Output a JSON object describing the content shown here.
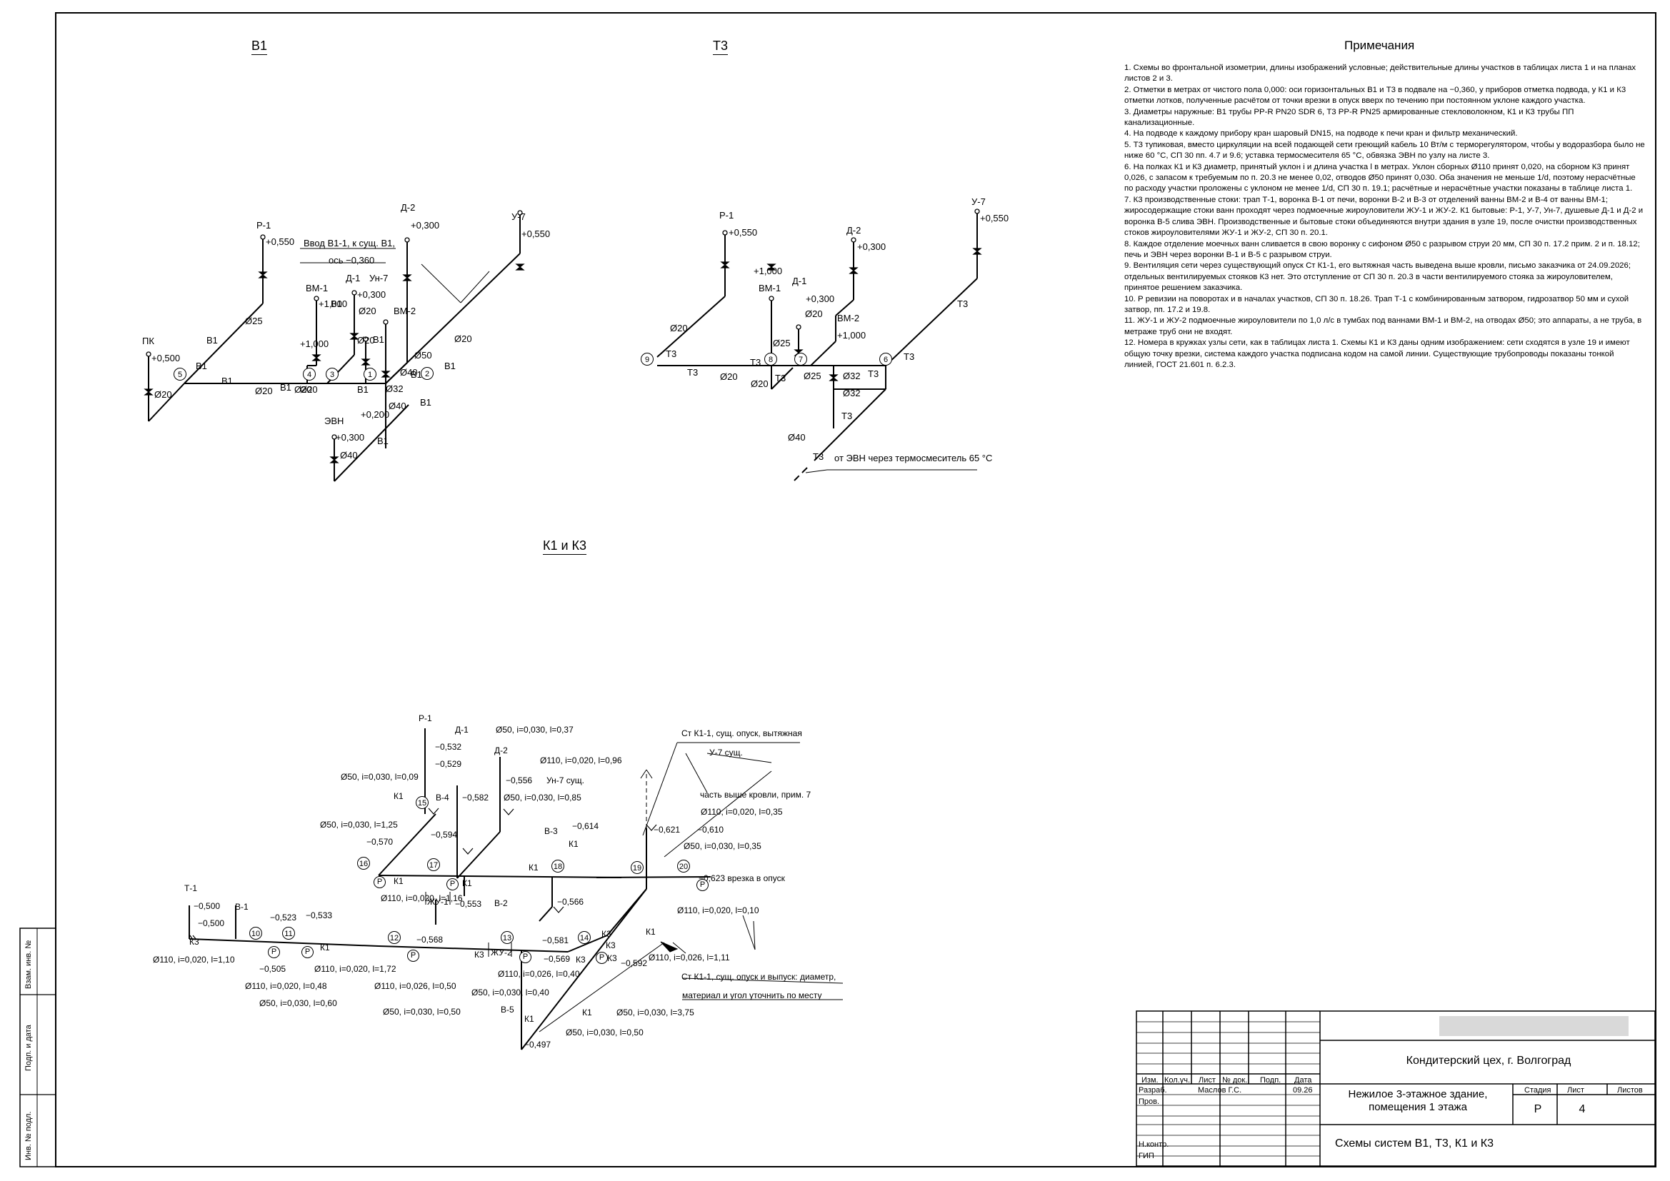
{
  "headings": {
    "v1": "В1",
    "t3": "Т3",
    "k1k3": "К1 и К3"
  },
  "notes": {
    "title": "Примечания",
    "items": [
      "1. Схемы во фронтальной изометрии, длины изображений условные; действительные длины участков в таблицах листа 1 и на планах листов 2 и 3.",
      "2. Отметки в метрах от чистого пола 0,000: оси горизонтальных В1 и Т3 в подвале на −0,360, у приборов отметка подвода, у К1 и К3 отметки лотков, полученные расчётом от точки врезки в опуск вверх по течению при постоянном уклоне каждого участка.",
      "3. Диаметры наружные: В1 трубы PP-R PN20 SDR 6, Т3 PP-R PN25 армированные стекловолокном, К1 и К3 трубы ПП канализационные.",
      "4. На подводе к каждому прибору кран шаровый DN15, на подводе к печи кран и фильтр механический.",
      "5. Т3 тупиковая, вместо циркуляции на всей подающей сети греющий кабель 10 Вт/м с терморегулятором, чтобы у водоразбора было не ниже 60 °С, СП 30 пп. 4.7 и 9.6; уставка термосмесителя 65 °С, обвязка ЭВН по узлу на листе 3.",
      "6. На полках К1 и К3 диаметр, принятый уклон i и длина участка l в метрах. Уклон сборных Ø110 принят 0,020, на сборном К3 принят 0,026, с запасом к требуемым по п. 20.3 не менее 0,02, отводов Ø50 принят 0,030. Оба значения не меньше 1/d, поэтому нерасчётные по расходу участки проложены с уклоном не менее 1/d, СП 30 п. 19.1; расчётные и нерасчётные участки показаны в таблице листа 1.",
      "7. К3 производственные стоки: трап Т-1, воронка В-1 от печи, воронки В-2 и В-3 от отделений ванны ВМ-2 и В-4 от ванны ВМ-1; жиросодержащие стоки ванн проходят через подмоечные жироуловители ЖУ-1 и ЖУ-2. К1 бытовые: Р-1, У-7, Ун-7, душевые Д-1 и Д-2 и воронка В-5 слива ЭВН. Производственные и бытовые стоки объединяются внутри здания в узле 19, после очистки производственных стоков жироуловителями ЖУ-1 и ЖУ-2, СП 30 п. 20.1.",
      "8. Каждое отделение моечных ванн сливается в свою воронку с сифоном Ø50 с разрывом струи 20 мм, СП 30 п. 17.2 прим. 2 и п. 18.12; печь и ЭВН через воронки В-1 и В-5 с разрывом струи.",
      "9. Вентиляция сети через существующий опуск Ст К1-1, его вытяжная часть выведена выше кровли, письмо заказчика от 24.09.2026; отдельных вентилируемых стояков К3 нет. Это отступление от СП 30 п. 20.3 в части вентилируемого стояка за жироуловителем, принятое решением заказчика.",
      "10. Р ревизии на поворотах и в началах участков, СП 30 п. 18.26. Трап Т-1 с комбинированным затвором, гидрозатвор 50 мм и сухой затвор, пп. 17.2 и 19.8.",
      "11. ЖУ-1 и ЖУ-2 подмоечные жироуловители по 1,0 л/с в тумбах под ваннами ВМ-1 и ВМ-2, на отводах Ø50; это аппараты, а не труба, в метраже труб они не входят.",
      "12. Номера в кружках узлы сети, как в таблицах листа 1. Схемы К1 и К3 даны одним изображением: сети сходятся в узле 19 и имеют общую точку врезки, система каждого участка подписана кодом на самой линии. Существующие трубопроводы показаны тонкой линией, ГОСТ 21.601 п. 6.2.3."
    ]
  },
  "v1": {
    "labels": [
      "Р-1",
      "+0,550",
      "Ввод В1-1, к сущ. В1,",
      "ось −0,360",
      "Д-2",
      "+0,300",
      "У-7",
      "+0,550",
      "ВМ-1",
      "+1,000",
      "Д-1",
      "+0,300",
      "Ун-7",
      "Ø20",
      "ВМ-2",
      "+1,000",
      "Ø25",
      "В1",
      "В1",
      "Ø20",
      "Ø20",
      "Ø50",
      "ПК",
      "+0,500",
      "В1",
      "В1",
      "В1",
      "Ø20",
      "Ø20",
      "Ø32",
      "В1",
      "Ø40",
      "Ø20",
      "В1",
      "В1",
      "Ø40",
      "+0,200",
      "ЭВН",
      "+0,300",
      "Ø40",
      "В1",
      "В1",
      "В1",
      "Ø20"
    ],
    "nodes": [
      "5",
      "4",
      "3",
      "1",
      "2"
    ]
  },
  "t3": {
    "labels": [
      "Р-1",
      "+0,550",
      "Д-2",
      "+0,300",
      "У-7",
      "+0,550",
      "+1,000",
      "ВМ-1",
      "Д-1",
      "+0,300",
      "Ø20",
      "ВМ-2",
      "+1,000",
      "Ø20",
      "Ø25",
      "Т3",
      "Т3",
      "Т3",
      "Ø20",
      "Т3",
      "Ø20",
      "Ø25",
      "Ø32",
      "Т3",
      "Ø32",
      "Т3",
      "Т3",
      "Т3",
      "Ø40",
      "Т3",
      "от ЭВН через термосмеситель 65 °С"
    ],
    "nodes": [
      "9",
      "8",
      "7",
      "6"
    ]
  },
  "k": {
    "labels": [
      "Р-1",
      "Д-1",
      "Ø50, i=0,030, l=0,37",
      "−0,532",
      "−0,529",
      "Д-2",
      "Ø110, i=0,020, l=0,96",
      "Ст К1-1, сущ. опуск, вытяжная",
      "У-7 сущ.",
      "Ø50, i=0,030, l=0,09",
      "К1",
      "В-4",
      "−0,582",
      "−0,556",
      "Ун-7 сущ.",
      "Ø50, i=0,030, l=0,85",
      "часть выше кровли, прим. 7",
      "Ø110, i=0,020, l=0,35",
      "Ø50, i=0,030, l=1,25",
      "−0,594",
      "В-3",
      "−0,614",
      "−0,621",
      "−0,610",
      "−0,570",
      "К1",
      "Ø50, i=0,030, l=0,35",
      "К1",
      "К1",
      "К1",
      "−0,623 врезка в опуск",
      "Ø110, i=0,020, l=1,16",
      "ЖУ-1",
      "К1",
      "−0,553",
      "В-2",
      "−0,566",
      "Т-1",
      "Ø110, i=0,020, l=0,10",
      "−0,500",
      "В-1",
      "−0,500",
      "−0,523",
      "−0,533",
      "−0,568",
      "К3",
      "−0,581",
      "К3",
      "К3",
      "ЖУ-2",
      "−0,569",
      "К3",
      "−0,592",
      "К1",
      "К3",
      "К3",
      "Ø110, i=0,020, l=1,10",
      "Ø110, i=0,020, l=1,72",
      "Ø110, i=0,026, l=1,11",
      "−0,505",
      "Ø110, i=0,026, l=0,40",
      "Ст К1-1, сущ. опуск и выпуск: диаметр,",
      "Ø110, i=0,020, l=0,48",
      "Ø110, i=0,026, l=0,50",
      "Ø50, i=0,030, l=0,40",
      "материал и угол уточнить по месту",
      "Ø50, i=0,030, l=0,60",
      "Ø50, i=0,030, l=0,50",
      "В-5",
      "К1",
      "Ø50, i=0,030, l=3,75",
      "К1",
      "Ø50, i=0,030, l=0,50",
      "−0,497"
    ],
    "nodes": [
      "15",
      "16",
      "17",
      "18",
      "19",
      "20",
      "10",
      "11",
      "12",
      "13",
      "14"
    ],
    "revision_mark": "Р"
  },
  "stamp": {
    "org": "Кондитерский цех, г. Волгоград",
    "object": "Нежилое 3-этажное здание, помещения 1 этажа",
    "title": "Схемы систем В1, Т3, К1 и К3",
    "cols": [
      "Изм.",
      "Кол.уч.",
      "Лист",
      "№ док.",
      "Подп.",
      "Дата"
    ],
    "rows": [
      "Разраб.",
      "Пров.",
      "Н.контр.",
      "ГИП"
    ],
    "developer": "Маслов Г.С.",
    "date": "09.26",
    "stage_label": "Стадия",
    "sheet_label": "Лист",
    "sheets_label": "Листов",
    "stage": "Р",
    "sheet": "4",
    "sheets": ""
  },
  "side_stamp": [
    "Взам. инв. №",
    "Подп. и дата",
    "Инв. № подл."
  ]
}
